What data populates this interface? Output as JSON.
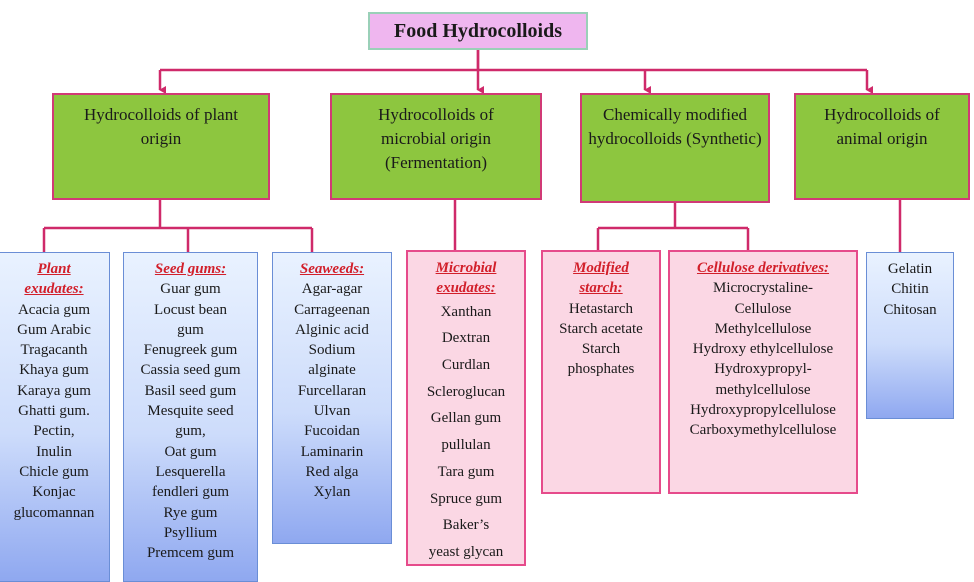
{
  "title": "Food Hydrocolloids",
  "colors": {
    "category_fill": "#8dc63f",
    "connector": "#cf2a6a",
    "pink_box": "#fbd7e4",
    "blue_box": "#cddcfb",
    "subhead_text": "#d21f2a"
  },
  "categories": [
    {
      "label": "Hydrocolloids of plant origin"
    },
    {
      "label": "Hydrocolloids of microbial origin (Fermentation)"
    },
    {
      "label": "Chemically modified hydrocolloids (Synthetic)"
    },
    {
      "label": "Hydrocolloids of animal origin"
    }
  ],
  "groups": {
    "plant_exudates": {
      "heading": [
        "Plant",
        "exudates:"
      ],
      "items": [
        "Acacia gum",
        "Gum Arabic",
        "Tragacanth",
        "Khaya gum",
        "Karaya gum",
        "Ghatti gum.",
        "Pectin,",
        "Inulin",
        "Chicle gum",
        "Konjac",
        "glucomannan"
      ]
    },
    "seed_gums": {
      "heading": [
        "Seed gums:"
      ],
      "items": [
        "Guar gum",
        "Locust bean",
        "gum",
        "Fenugreek gum",
        "Cassia seed gum",
        "Basil seed gum",
        "Mesquite seed",
        "gum,",
        "Oat gum",
        "Lesquerella",
        "fendleri gum",
        "Rye gum",
        "Psyllium",
        "Premcem gum"
      ]
    },
    "seaweeds": {
      "heading": [
        "Seaweeds:"
      ],
      "items": [
        "Agar-agar",
        "Carrageenan",
        "Alginic acid",
        "Sodium",
        "alginate",
        "Furcellaran",
        "Ulvan",
        "Fucoidan",
        "Laminarin",
        "Red alga",
        "Xylan"
      ]
    },
    "microbial_exudates": {
      "heading": [
        "Microbial",
        "exudates:"
      ],
      "items": [
        "Xanthan",
        "Dextran",
        "Curdlan",
        "Scleroglucan",
        "Gellan  gum",
        "pullulan",
        "Tara gum",
        "Spruce gum",
        "Baker’s",
        "yeast glycan"
      ]
    },
    "modified_starch": {
      "heading": [
        "Modified",
        "starch:"
      ],
      "items": [
        "Hetastarch",
        "Starch acetate",
        "Starch",
        "phosphates"
      ]
    },
    "cellulose_derivatives": {
      "heading": [
        "Cellulose derivatives:"
      ],
      "items": [
        "Microcrystaline-",
        "Cellulose",
        "Methylcellulose",
        "Hydroxy ethylcellulose",
        "Hydroxypropyl-",
        "methylcellulose",
        "Hydroxypropylcellulose",
        "Carboxymethylcellulose"
      ]
    },
    "animal": {
      "heading": [],
      "items": [
        "Gelatin",
        "Chitin",
        "Chitosan"
      ]
    }
  }
}
